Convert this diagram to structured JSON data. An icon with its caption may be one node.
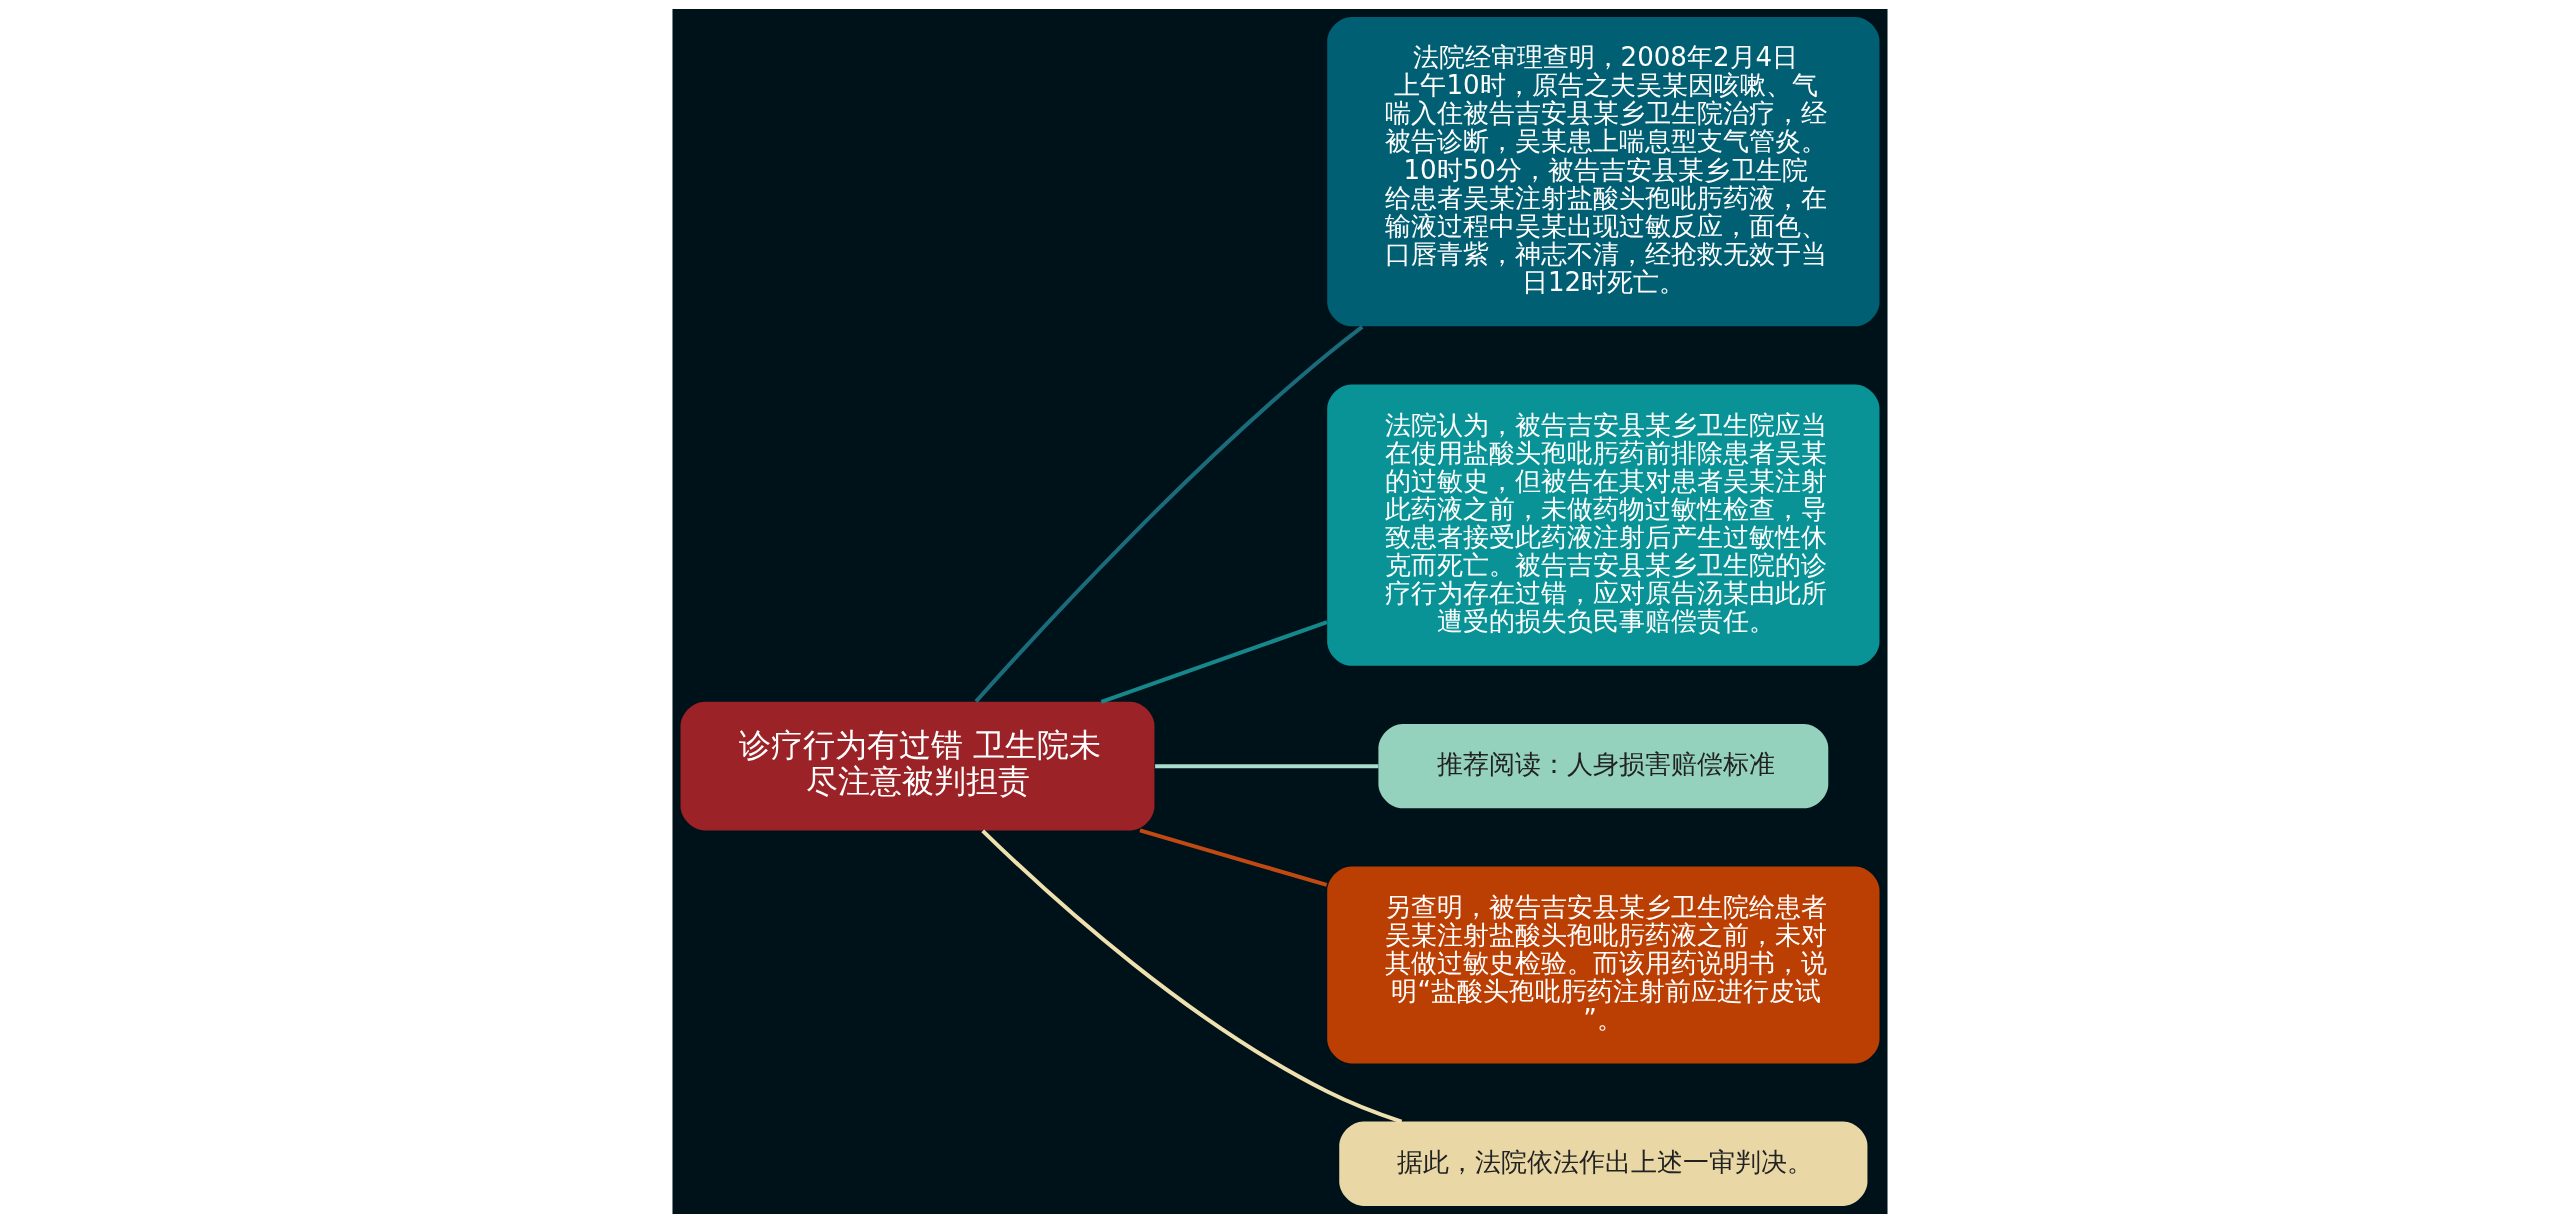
{
  "diagram": {
    "nodes": [
      {
        "text": [
          "诊疗行为有过错 卫生院未尽注意被判担责"
        ]
      },
      {
        "text": [
          "法院经审理查明，2008年2月4日上午10时，原告之夫吴某因咳嗽、气喘入住被告吉安县某乡卫生院治疗，经被告诊断，吴某患上喘息型支气管炎。10时50分，被告吉安县某乡卫生院给患者吴某注射盐酸头孢吡肟药液，在输液过程中吴某出现过敏反应，面色、口唇青紫，神志不清，经抢救无效于当日12时死亡。"
        ]
      },
      {
        "text": [
          "法院认为，被告吉安县某乡卫生院应当在使用盐酸头孢吡肟药前排除患者吴某的过敏史，但被告在其对患者吴某注射此药液之前，未做药物过敏性检查，导致患者接受此药液注射后产生过敏性休克而死亡。被告吉安县某乡卫生院的诊疗行为存在过错，应对原告汤某由此所遭受的损失负民事赔偿责任。"
        ]
      },
      {
        "text": [
          "推荐阅读：人身损害赔偿标准"
        ]
      },
      {
        "text": [
          "另查明，被告吉安县某乡卫生院给患者吴某注射盐酸头孢吡肟药液之前，未对其做过敏史检验。而该用药说明书，说明“盐酸头孢吡肟药注射前应进行皮试”。"
        ]
      },
      {
        "text": [
          "据此，法院依法作出上述一审判决。"
        ]
      }
    ],
    "edges": [
      {
        "from": 0,
        "to": 1,
        "arrow": "none",
        "color": "#1b6b7a"
      },
      {
        "from": 0,
        "to": 2,
        "arrow": "none",
        "color": "#16878a"
      },
      {
        "from": 0,
        "to": 3,
        "arrow": "none",
        "color": "#a8dccb"
      },
      {
        "from": 0,
        "to": 4,
        "arrow": "none",
        "color": "#c04a12"
      },
      {
        "from": 0,
        "to": 5,
        "arrow": "none",
        "color": "#efe0b0"
      }
    ]
  }
}
